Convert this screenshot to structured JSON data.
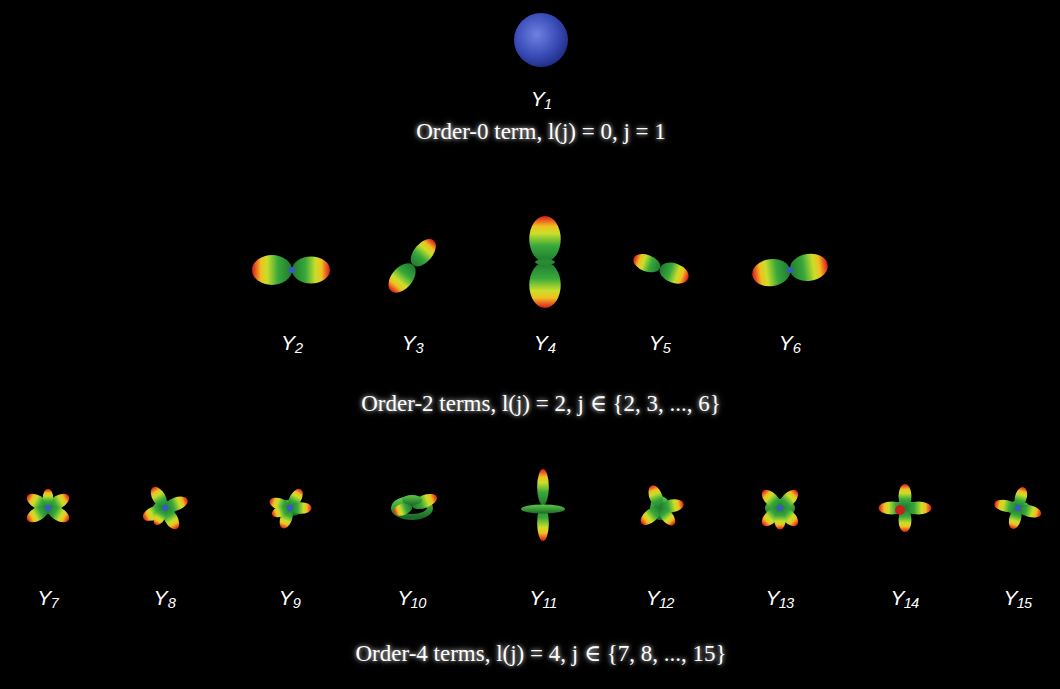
{
  "diagram": {
    "labels": [
      "Y₁",
      "Order-0 term, l(j) = 0, j = 1",
      "Y₂",
      "Y₃",
      "Y₄",
      "Y₅",
      "Y₆",
      "Order-2 terms, l(j) = 2, j ∈ {2, 3, ..., 6}",
      "Y₇",
      "Y₈",
      "Y₉",
      "Y₁₀",
      "Y₁₁",
      "Y₁₂",
      "Y₁₃",
      "Y₁₄",
      "Y₁₅",
      "Order-4 terms, l(j) = 4, j ∈ {7, 8, ..., 15}"
    ]
  }
}
